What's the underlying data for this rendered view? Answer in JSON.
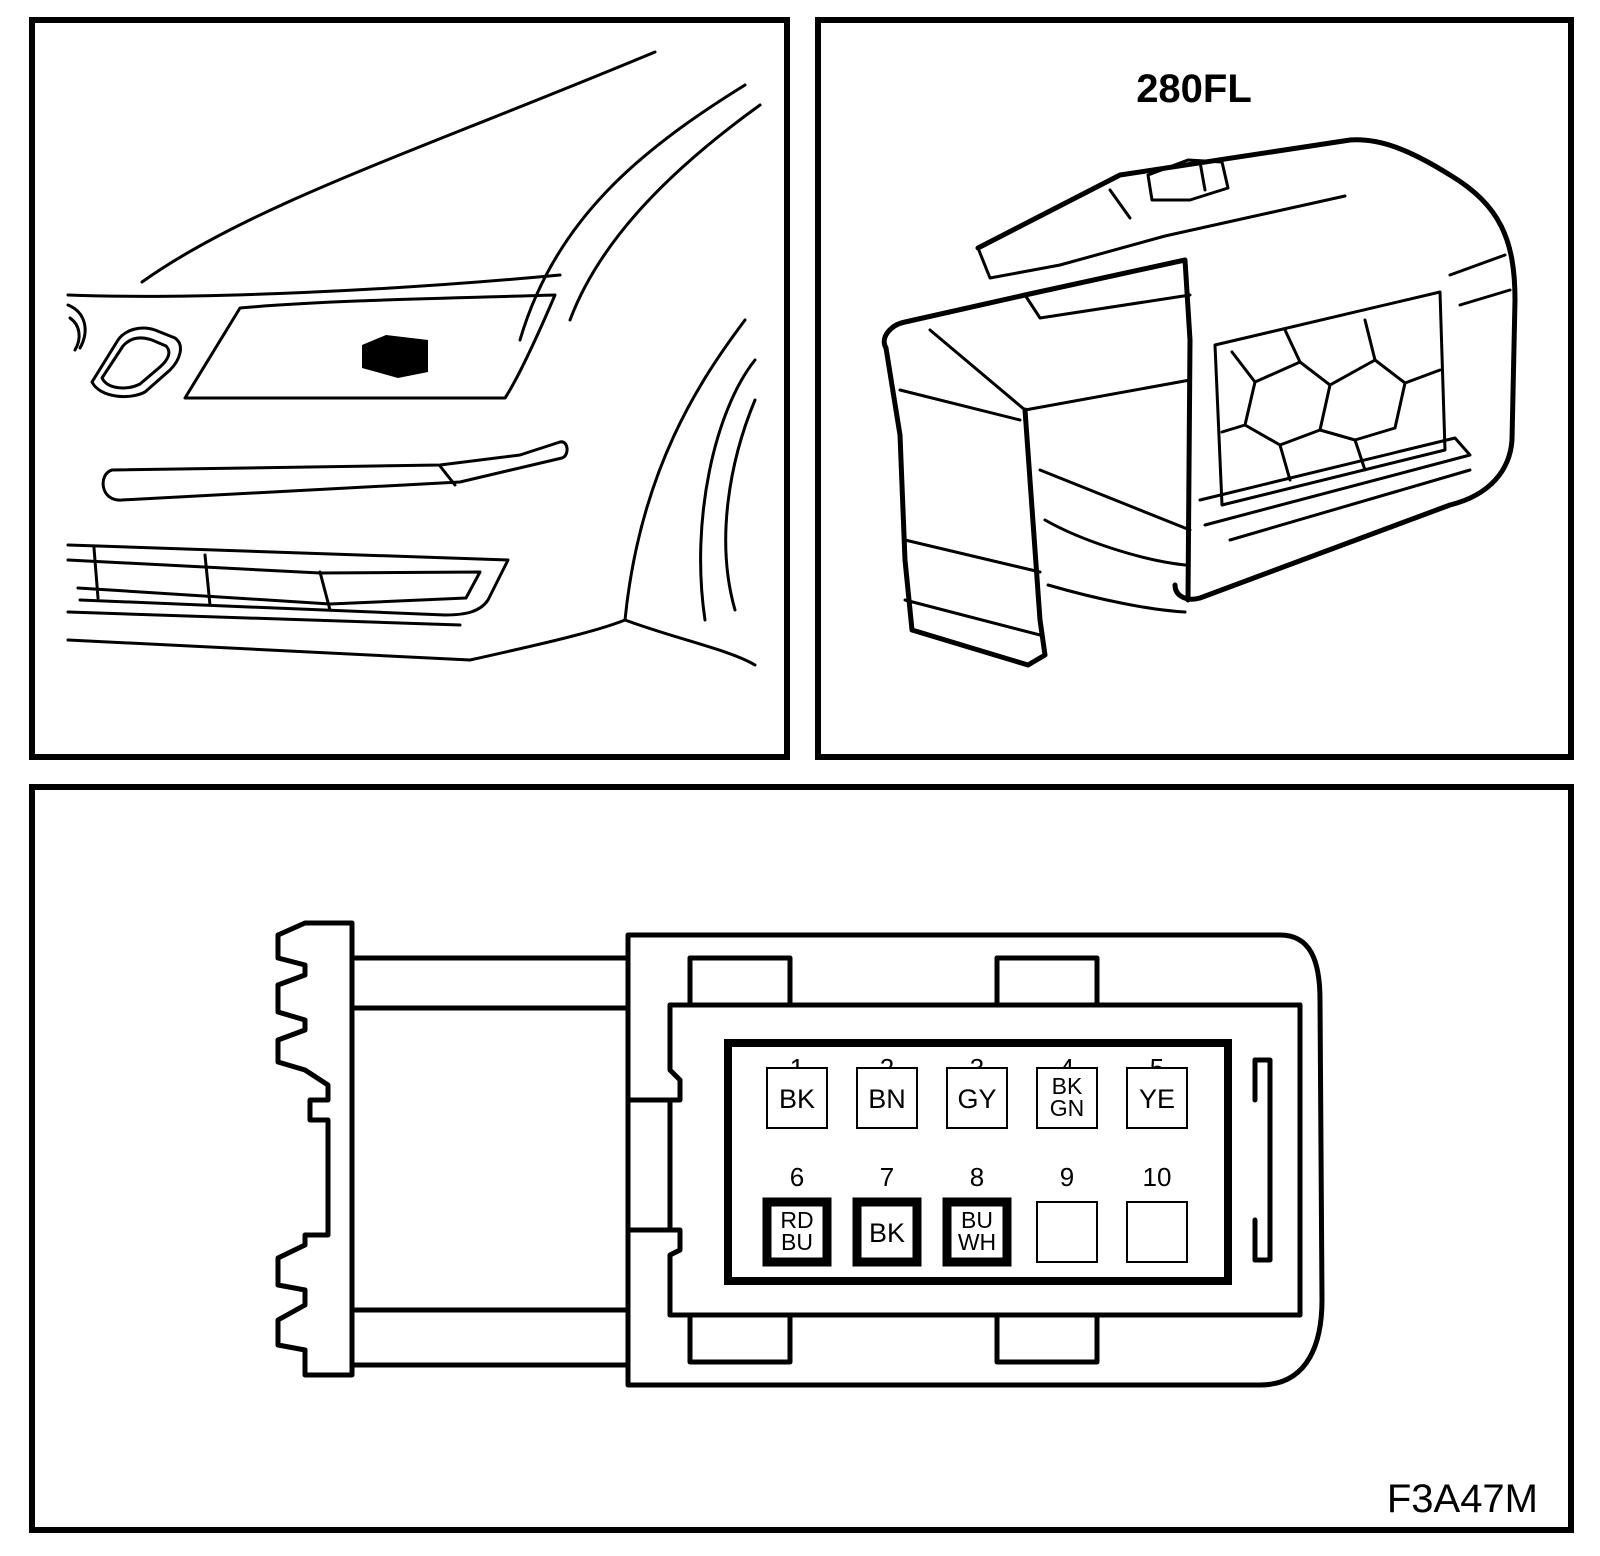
{
  "connector": {
    "id": "280FL",
    "figure_code": "F3A47M"
  },
  "pins": [
    {
      "number": "1",
      "color": [
        "BK"
      ]
    },
    {
      "number": "2",
      "color": [
        "BN"
      ]
    },
    {
      "number": "3",
      "color": [
        "GY"
      ]
    },
    {
      "number": "4",
      "color": [
        "BK",
        "GN"
      ]
    },
    {
      "number": "5",
      "color": [
        "YE"
      ]
    },
    {
      "number": "6",
      "color": [
        "RD",
        "BU"
      ]
    },
    {
      "number": "7",
      "color": [
        "BK"
      ]
    },
    {
      "number": "8",
      "color": [
        "BU",
        "WH"
      ]
    },
    {
      "number": "9",
      "color": []
    },
    {
      "number": "10",
      "color": []
    }
  ]
}
